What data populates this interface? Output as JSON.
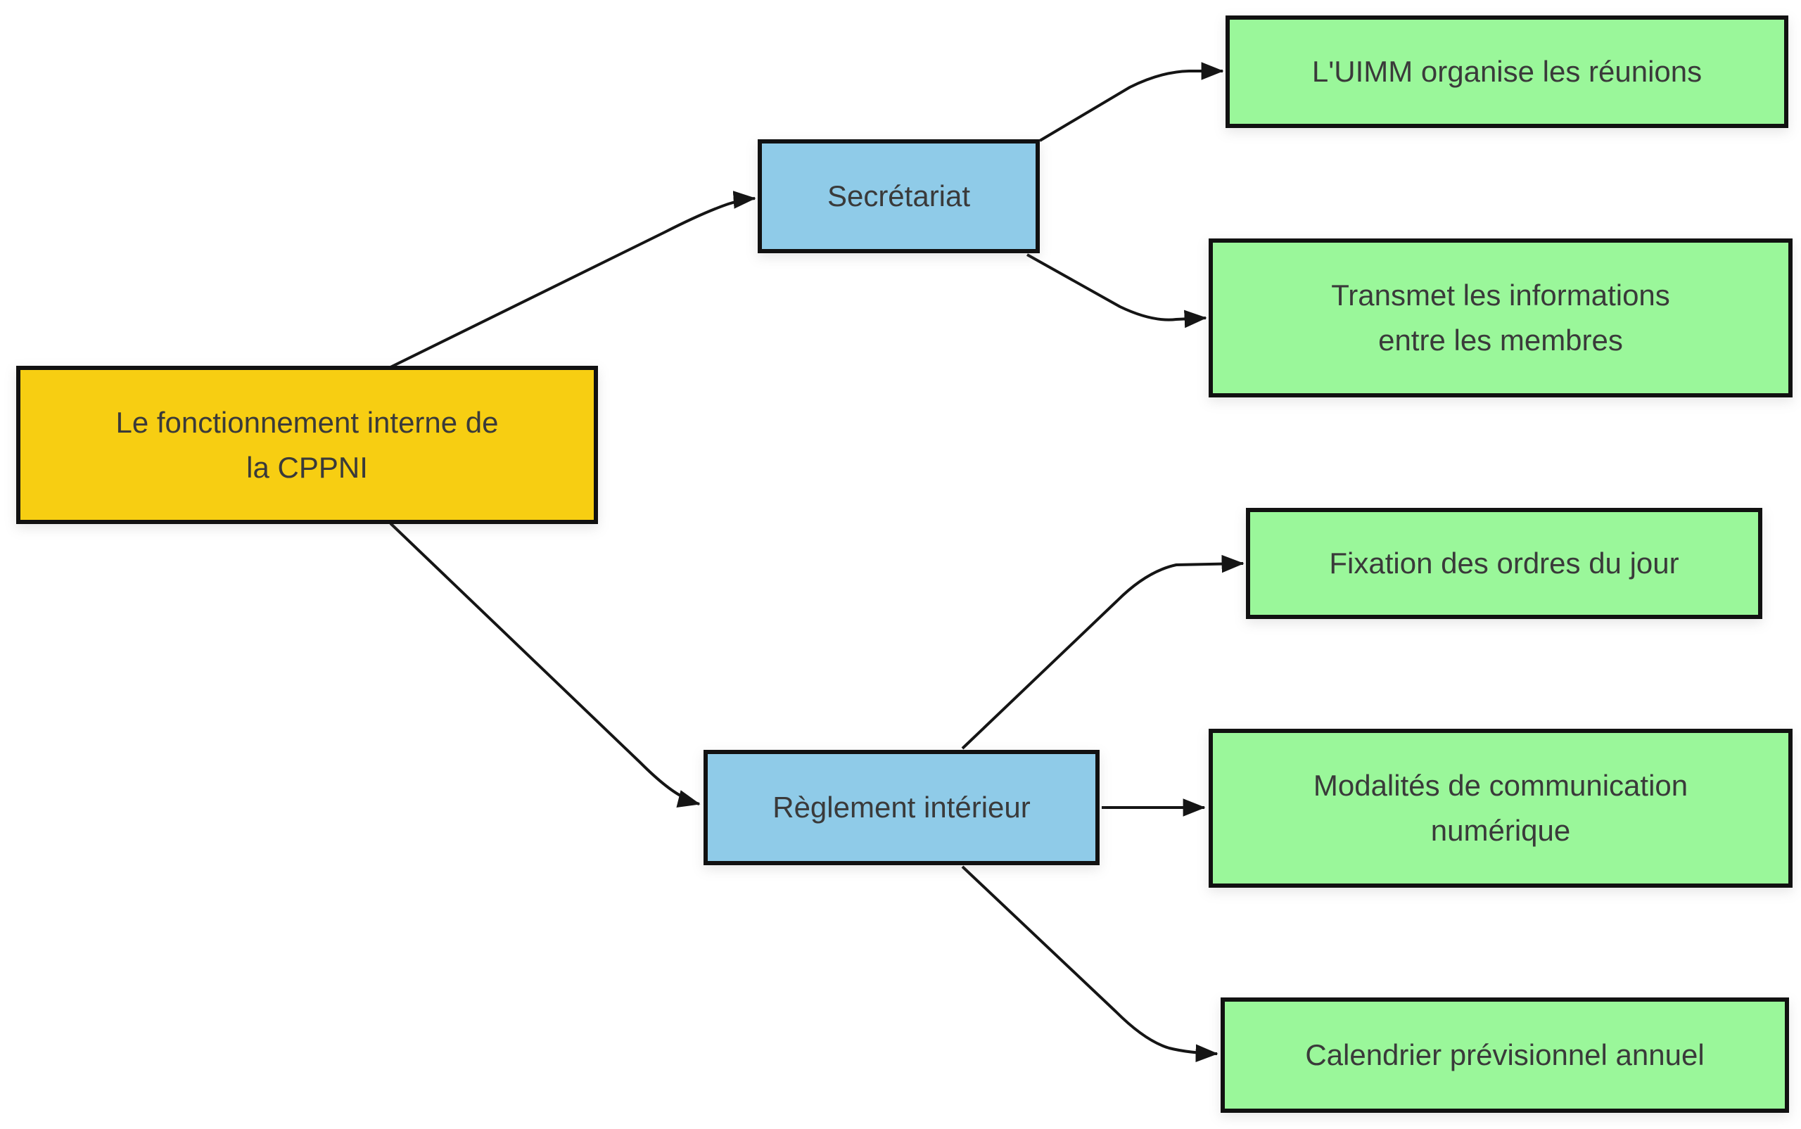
{
  "diagram": {
    "title": "Le fonctionnement interne de la CPPNI",
    "colors": {
      "background": "#FFFFFF",
      "node_border": "#111111",
      "edge_line": "#151515",
      "text": "#3A3A3A",
      "root_fill": "#F7CE12",
      "branch_fill": "#8FCBE8",
      "leaf_fill": "#9AF79A"
    },
    "nodes": {
      "root": {
        "label": "Le fonctionnement interne de la CPPNI",
        "line1": "Le fonctionnement interne de",
        "line2": "la CPPNI",
        "role": "root"
      },
      "secretariat": {
        "label": "Secrétariat",
        "line1": "Secrétariat",
        "role": "branch"
      },
      "reglement": {
        "label": "Règlement intérieur",
        "line1": "Règlement intérieur",
        "role": "branch"
      },
      "uimm": {
        "label": "L'UIMM organise les réunions",
        "line1": "L'UIMM organise les réunions",
        "role": "leaf"
      },
      "transmet": {
        "label": "Transmet les informations entre les membres",
        "line1": "Transmet les informations",
        "line2": "entre les membres",
        "role": "leaf"
      },
      "fixation": {
        "label": "Fixation des ordres du jour",
        "line1": "Fixation des ordres du jour",
        "role": "leaf"
      },
      "modalites": {
        "label": "Modalités de communication numérique",
        "line1": "Modalités de communication",
        "line2": "numérique",
        "role": "leaf"
      },
      "calendrier": {
        "label": "Calendrier prévisionnel annuel",
        "line1": "Calendrier prévisionnel annuel",
        "role": "leaf"
      }
    },
    "edges": [
      {
        "from": "root",
        "to": "secretariat"
      },
      {
        "from": "root",
        "to": "reglement"
      },
      {
        "from": "secretariat",
        "to": "uimm"
      },
      {
        "from": "secretariat",
        "to": "transmet"
      },
      {
        "from": "reglement",
        "to": "fixation"
      },
      {
        "from": "reglement",
        "to": "modalites"
      },
      {
        "from": "reglement",
        "to": "calendrier"
      }
    ]
  }
}
